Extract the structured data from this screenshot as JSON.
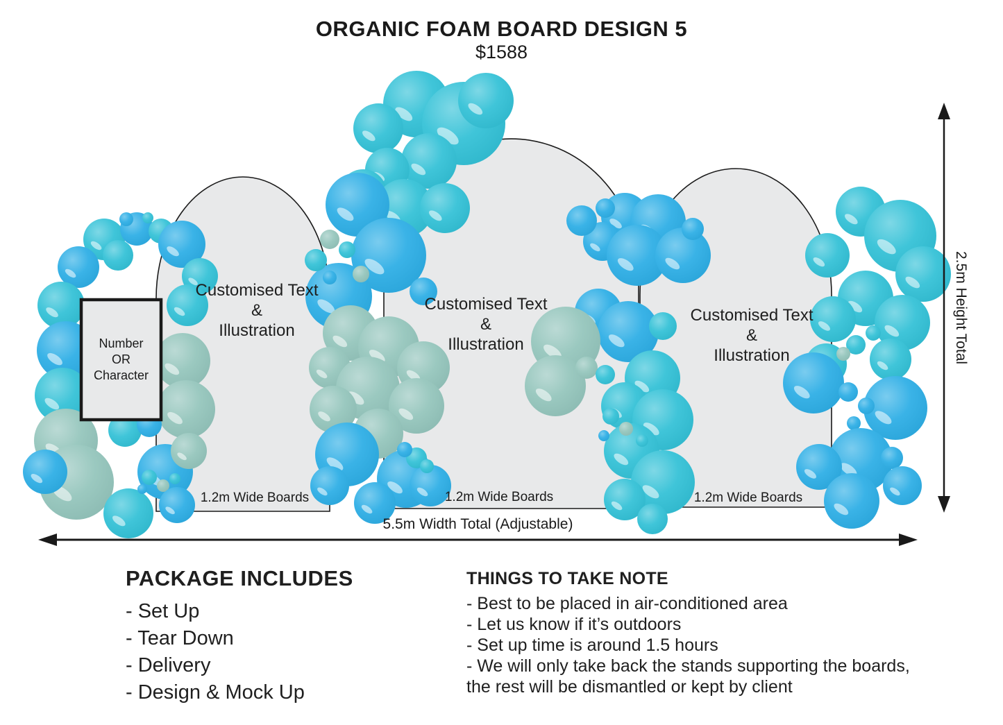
{
  "header": {
    "title": "ORGANIC FOAM BOARD DESIGN 5",
    "price": "$1588"
  },
  "boards": [
    {
      "lines": [
        "Customised Text",
        "&",
        "Illustration"
      ],
      "width_label": "1.2m Wide Boards"
    },
    {
      "lines": [
        "Customised Text",
        "&",
        "Illustration"
      ],
      "width_label": "1.2m Wide Boards"
    },
    {
      "lines": [
        "Customised Text",
        "&",
        "Illustration"
      ],
      "width_label": "1.2m Wide Boards"
    }
  ],
  "number_board": {
    "lines": [
      "Number",
      "OR",
      "Character"
    ]
  },
  "dimensions": {
    "height_total": "2.5m Height Total",
    "width_total": "5.5m Width Total (Adjustable)"
  },
  "package": {
    "heading": "PACKAGE INCLUDES",
    "items": [
      "- Set Up",
      "- Tear Down",
      "- Delivery",
      "- Design & Mock Up"
    ]
  },
  "notes": {
    "heading": "THINGS TO TAKE NOTE",
    "items": [
      "- Best to be placed in air-conditioned area",
      "- Let us know if it’s outdoors",
      "- Set up time is around 1.5 hours",
      "- We will only take back the stands supporting the boards,\nthe rest will be dismantled or kept by client"
    ]
  },
  "colors": {
    "azure": "#29ACE5",
    "turquoise": "#2FC0D6",
    "seafoam": "#92C4BB",
    "board_fill": "#E8E9EA",
    "outline": "#1A1A1A"
  }
}
